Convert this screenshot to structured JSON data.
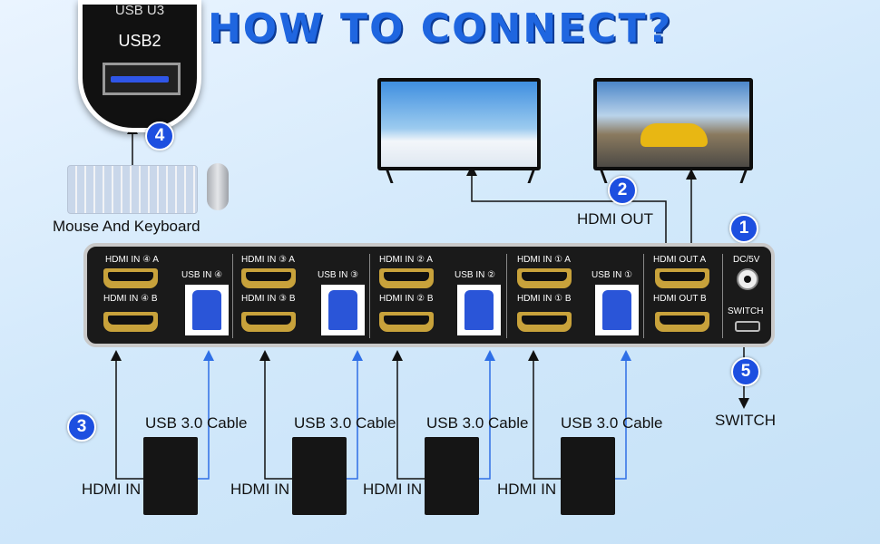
{
  "title": "HOW TO CONNECT?",
  "usb_zoom": {
    "clipped": "USB U3",
    "label": "USB2"
  },
  "peripherals_label": "Mouse And Keyboard",
  "hdmi_out_label": "HDMI OUT",
  "switch_label": "SWITCH",
  "badges": [
    "1",
    "2",
    "3",
    "4",
    "5"
  ],
  "panel": {
    "groups": [
      {
        "hdmi_a": "HDMI IN ④ A",
        "hdmi_b": "HDMI IN ④ B",
        "usb": "USB IN ④"
      },
      {
        "hdmi_a": "HDMI IN ③ A",
        "hdmi_b": "HDMI IN ③ B",
        "usb": "USB IN ③"
      },
      {
        "hdmi_a": "HDMI IN ② A",
        "hdmi_b": "HDMI IN ② B",
        "usb": "USB IN ②"
      },
      {
        "hdmi_a": "HDMI IN ① A",
        "hdmi_b": "HDMI IN ① B",
        "usb": "USB IN ①"
      }
    ],
    "out_a": "HDMI OUT A",
    "out_b": "HDMI OUT B",
    "dc": "DC/5V",
    "switch_port": "SWITCH"
  },
  "computers": [
    {
      "usb_cable": "USB 3.0 Cable",
      "hdmi_in": "HDMI IN"
    },
    {
      "usb_cable": "USB 3.0 Cable",
      "hdmi_in": "HDMI IN"
    },
    {
      "usb_cable": "USB 3.0 Cable",
      "hdmi_in": "HDMI IN"
    },
    {
      "usb_cable": "USB 3.0 Cable",
      "hdmi_in": "HDMI IN"
    }
  ],
  "colors": {
    "title": "#1f66e0",
    "badge": "#1d4fe0",
    "usb_line": "#2f6fe6",
    "hdmi_line": "#111111"
  }
}
